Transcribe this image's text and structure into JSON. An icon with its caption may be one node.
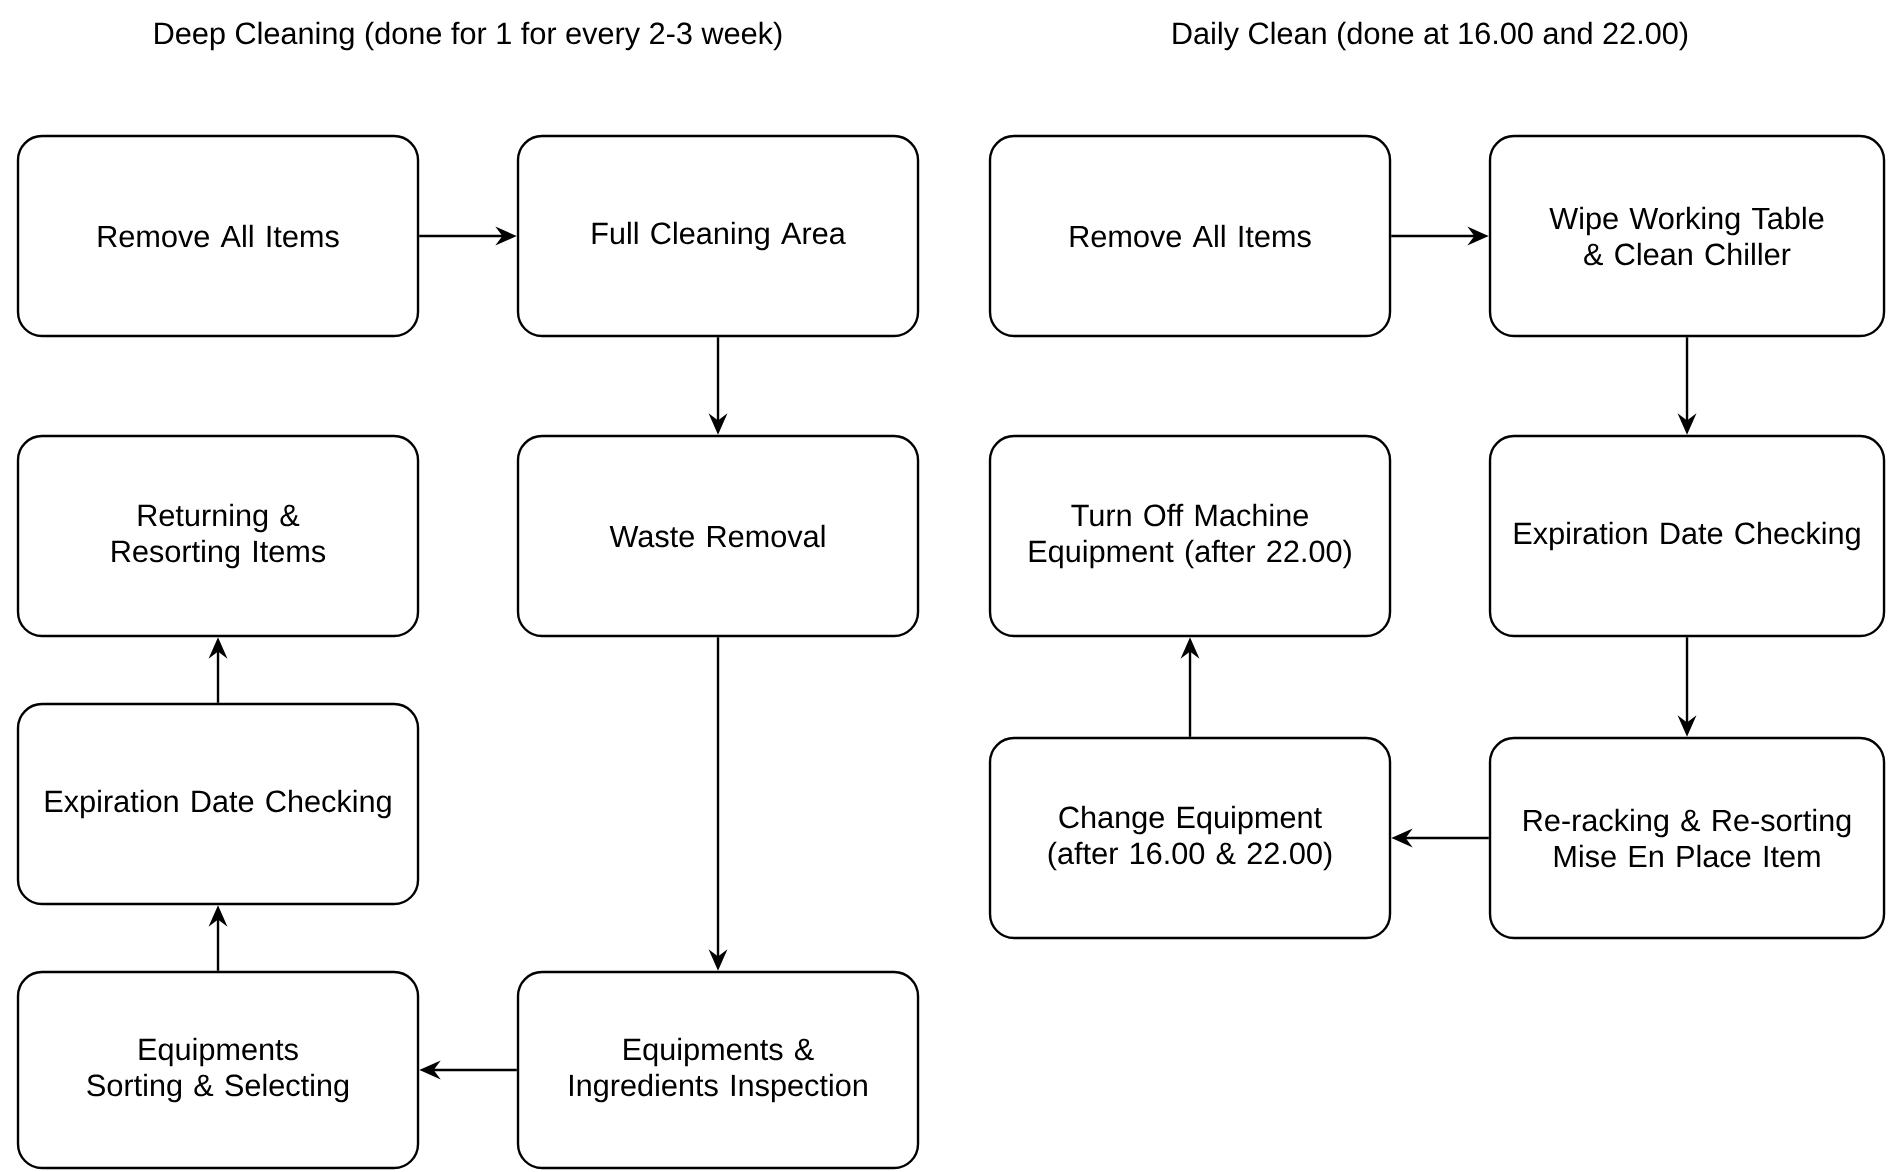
{
  "diagram": {
    "nodes": [
      {
        "text": [
          "Remove All Items"
        ]
      },
      {
        "text": [
          "Full Cleaning Area"
        ]
      },
      {
        "text": [
          "Waste Removal"
        ]
      },
      {
        "text": [
          "Equipments & Ingredients Inspection"
        ]
      },
      {
        "text": [
          "Equipments Sorting & Selecting"
        ]
      },
      {
        "text": [
          "Expiration Date Checking"
        ]
      },
      {
        "text": [
          "Returning & Resorting Items"
        ]
      },
      {
        "text": [
          "Remove All Items"
        ]
      },
      {
        "text": [
          "Wipe Working Table & Clean Chiller"
        ]
      },
      {
        "text": [
          "Expiration Date Checking"
        ]
      },
      {
        "text": [
          "Re-racking & Re-sorting Mise En Place Item"
        ]
      },
      {
        "text": [
          "Change Equipment (after 16.00 & 22.00)"
        ]
      },
      {
        "text": [
          "Turn Off Machine Equipment (after 22.00)"
        ]
      }
    ],
    "edges": [
      {
        "from": 0,
        "to": 1,
        "arrow": "to"
      },
      {
        "from": 1,
        "to": 2,
        "arrow": "to"
      },
      {
        "from": 2,
        "to": 3,
        "arrow": "to"
      },
      {
        "from": 3,
        "to": 4,
        "arrow": "to"
      },
      {
        "from": 4,
        "to": 5,
        "arrow": "to"
      },
      {
        "from": 5,
        "to": 6,
        "arrow": "to"
      },
      {
        "from": 7,
        "to": 8,
        "arrow": "to"
      },
      {
        "from": 8,
        "to": 9,
        "arrow": "to"
      },
      {
        "from": 9,
        "to": 10,
        "arrow": "to"
      },
      {
        "from": 10,
        "to": 11,
        "arrow": "to"
      },
      {
        "from": 11,
        "to": 12,
        "arrow": "to"
      }
    ],
    "labels": [
      "Deep Cleaning (done for 1 for every 2-3 week)",
      "Daily Clean (done at 16.00 and 22.00)"
    ]
  }
}
